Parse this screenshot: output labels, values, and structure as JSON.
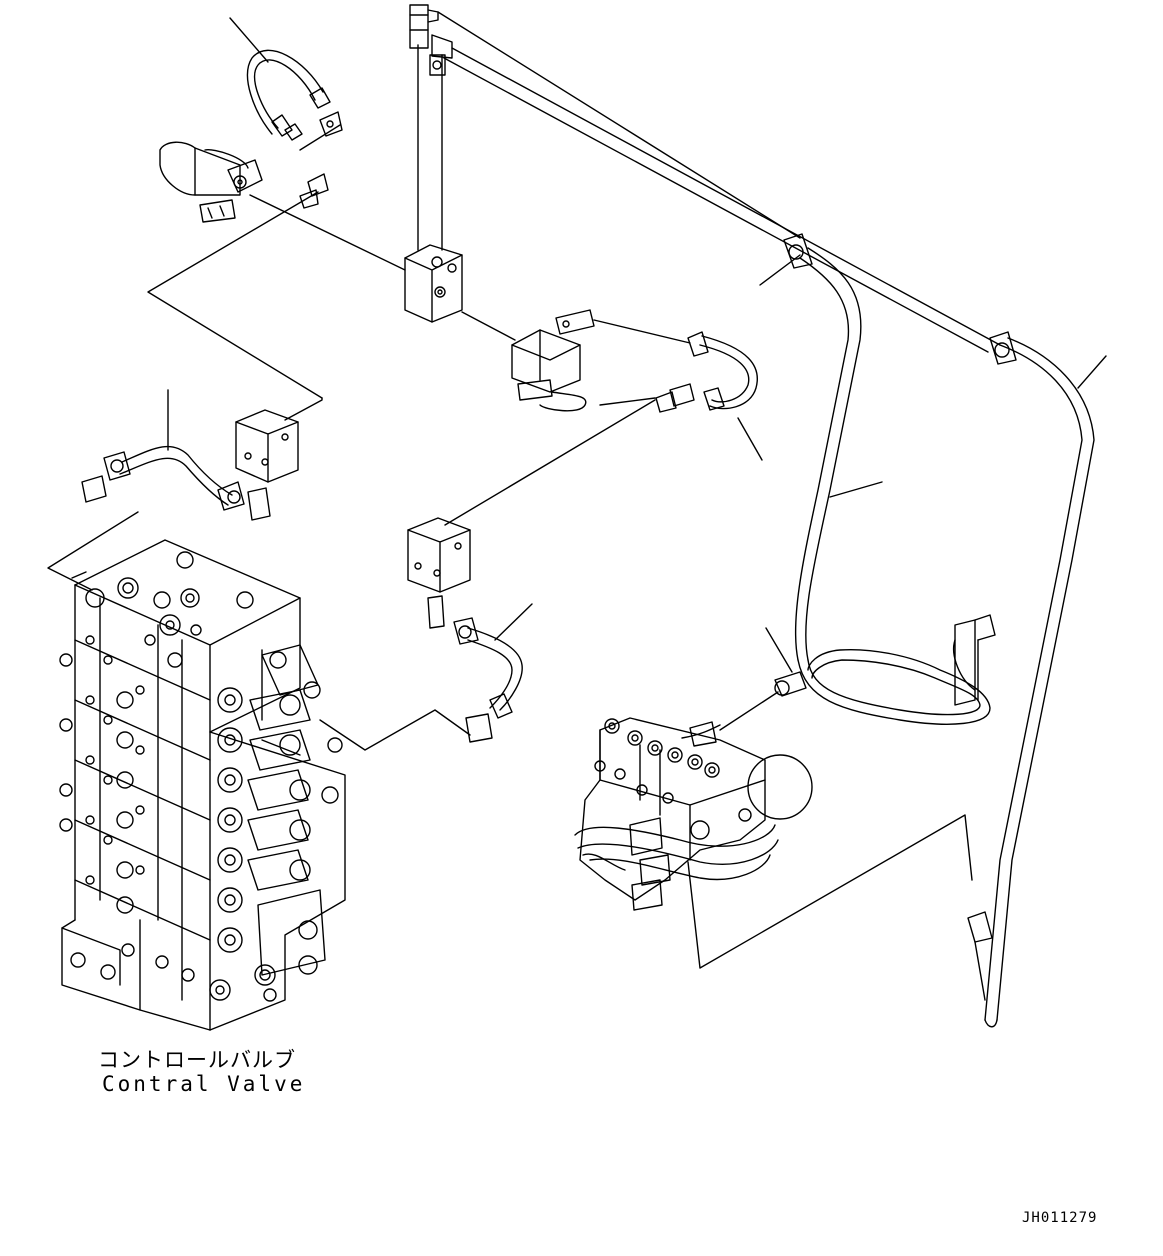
{
  "labels": {
    "control_valve_jp": "コントロールバルブ",
    "control_valve_en": "Contral Valve"
  },
  "drawing_id": "JH011279"
}
